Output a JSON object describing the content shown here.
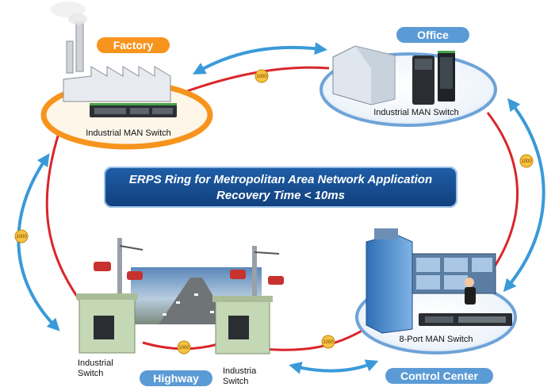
{
  "banner": {
    "line1": "ERPS Ring for Metropolitan Area Network Application",
    "line2": "Recovery Time < 10ms"
  },
  "sites": {
    "factory": {
      "label": "Factory",
      "device": "Industrial MAN Switch"
    },
    "office": {
      "label": "Office",
      "device": "Industrial MAN Switch"
    },
    "control_center": {
      "label": "Control Center",
      "device": "8-Port MAN Switch"
    },
    "highway": {
      "label": "Highway",
      "device_left_line1": "Industrial",
      "device_left_line2": "Switch",
      "device_right_line1": "Industria",
      "device_right_line2": "Switch"
    }
  },
  "link_badges": [
    "1000",
    "1000",
    "1000",
    "1000",
    "1000"
  ],
  "colors": {
    "ring": "#d9262a",
    "arrow": "#3a9ad9",
    "factory_accent": "#f7941d",
    "site_blue": "#5b9bd5",
    "banner": "#184d92"
  }
}
